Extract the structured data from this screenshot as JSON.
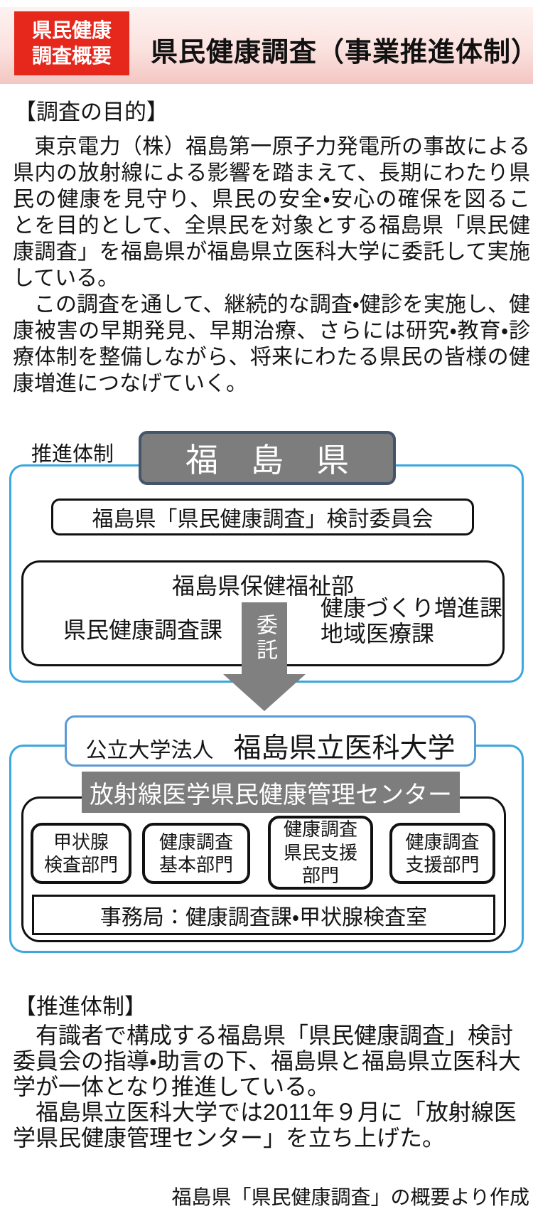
{
  "header": {
    "badge": "県民健康\n調査概要",
    "title": "県民健康調査（事業推進体制）"
  },
  "purpose": {
    "heading": "【調査の目的】",
    "p1": "　東京電力（株）福島第一原子力発電所の事故による県内の放射線による影響を踏まえて、長期にわたり県民の健康を見守り、県民の安全・安心の確保を図ることを目的として、全県民を対象とする福島県「県民健康調査」を福島県が福島県立医科大学に委託して実施している。",
    "p2": "　この調査を通して、継続的な調査・健診を実施し、健康被害の早期発見、早期治療、さらには研究・教育・診療体制を整備しながら、将来にわたる県民の皆様の健康増進につなげていく。"
  },
  "diagram": {
    "label": "推進体制",
    "prefecture": "福　島　県",
    "committee": "福島県「県民健康調査」検討委員会",
    "health_dept": {
      "title": "福島県保健福祉部",
      "left_division": "県民健康調査課",
      "right_divisions": "健康づくり増進課\n地域医療課"
    },
    "arrow_label": "委託",
    "university": {
      "prefix": "公立大学法人",
      "name": "福島県立医科大学"
    },
    "center": "放射線医学県民健康管理センター",
    "departments": [
      "甲状腺\n検査部門",
      "健康調査\n基本部門",
      "健康調査\n県民支援\n部門",
      "健康調査\n支援部門"
    ],
    "office": "事務局：健康調査課・甲状腺検査室"
  },
  "structure": {
    "heading": "【推進体制】",
    "p1": "　有識者で構成する福島県「県民健康調査」検討委員会の指導・助言の下、福島県と福島県立医科大学が一体となり推進している。",
    "p2": "　福島県立医科大学では2011年９月に「放射線医学県民健康管理センター」を立ち上げた。"
  },
  "footer": {
    "source": "福島県「県民健康調査」の概要より作成"
  },
  "colors": {
    "accent_red": "#e5271c",
    "box_gray": "#7d7d7d",
    "container_blue": "#3ba7dd",
    "university_border_blue": "#5b9bd5",
    "prefecture_border": "#44546a"
  }
}
